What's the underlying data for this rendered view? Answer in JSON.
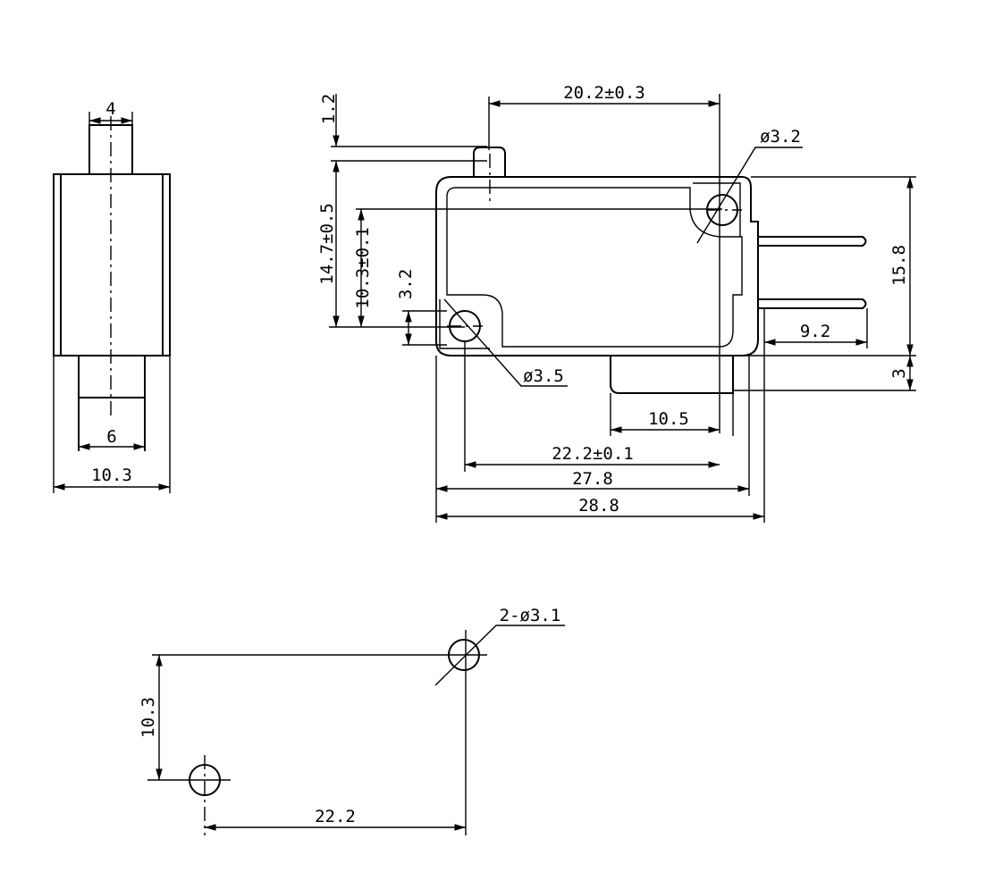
{
  "title": "Micro switch dimensional drawing",
  "colors": {
    "line": "#000000",
    "background": "#ffffff"
  },
  "end_view": {
    "actuator_width": "4",
    "terminal_width": "6",
    "body_width": "10.3"
  },
  "side_view": {
    "plunger_to_hole": "20.2±0.3",
    "plunger_travel": "1.2",
    "plunger_height": "14.7±0.5",
    "hole_vertical_spacing": "10.3±0.1",
    "small_hole_offset": "3.2",
    "left_hole_dia": "ø3.5",
    "right_hole_dia": "ø3.2",
    "body_height": "15.8",
    "terminal_depth": "3",
    "terminal_length": "9.2",
    "bottom_terminal": "10.5",
    "hole_spacing": "22.2±0.1",
    "body_length": "27.8",
    "overall_length": "28.8"
  },
  "mounting": {
    "hole_spec": "2-ø3.1",
    "vertical_spacing": "10.3",
    "horizontal_spacing": "22.2"
  }
}
